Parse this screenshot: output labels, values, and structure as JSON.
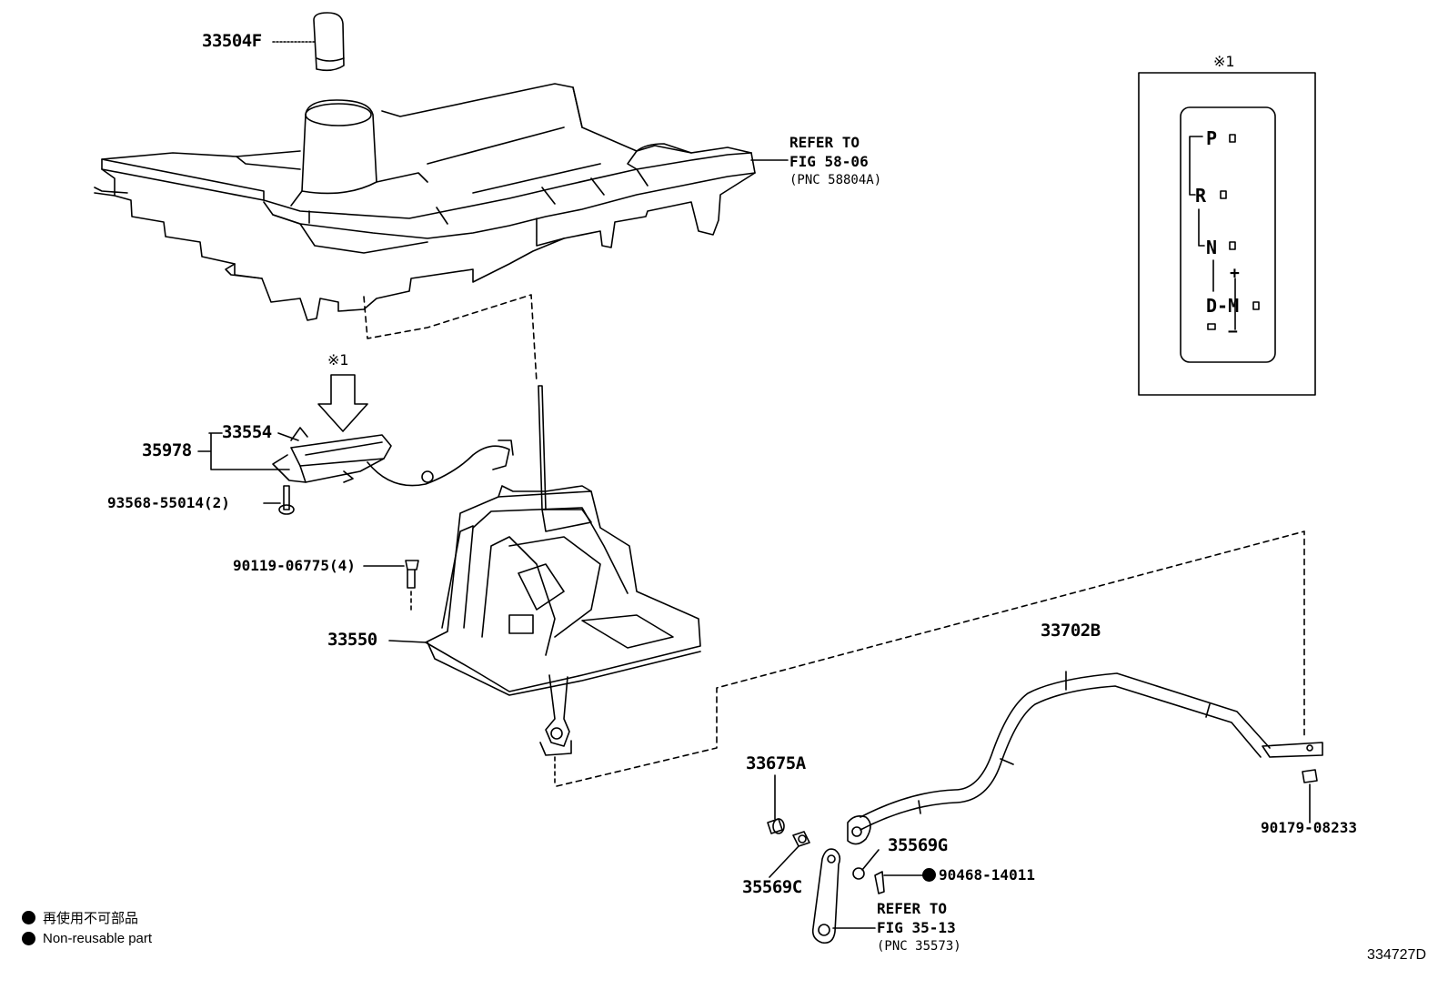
{
  "parts": {
    "knob": "33504F",
    "indicator_wire_clip": "33554",
    "indicator_housing": "35978",
    "screw_93568": "93568-55014(2)",
    "bolt_90119": "90119-06775(4)",
    "shift_lever_assy": "33550",
    "control_cable": "33702B",
    "cable_bushing": "33675A",
    "retainer_c": "35569C",
    "retainer_g": "35569G",
    "clip_90468": "90468-14011",
    "nut_90179": "90179-08233"
  },
  "refs": {
    "console": {
      "line1": "REFER TO",
      "line2": "FIG 58-06",
      "line3": "(PNC 58804A)"
    },
    "lever": {
      "line1": "REFER TO",
      "line2": "FIG 35-13",
      "line3": "(PNC 35573)"
    }
  },
  "note_mark": "※1",
  "inset": {
    "mark": "※1",
    "positions": {
      "p": "P",
      "r": "R",
      "n": "N",
      "dm": "D-M",
      "plus": "+",
      "minus": "−"
    }
  },
  "legend": {
    "jp": "再使用不可部品",
    "en": "Non-reusable part"
  },
  "figure_id": "334727D",
  "colors": {
    "line": "#000000",
    "background": "#ffffff"
  }
}
